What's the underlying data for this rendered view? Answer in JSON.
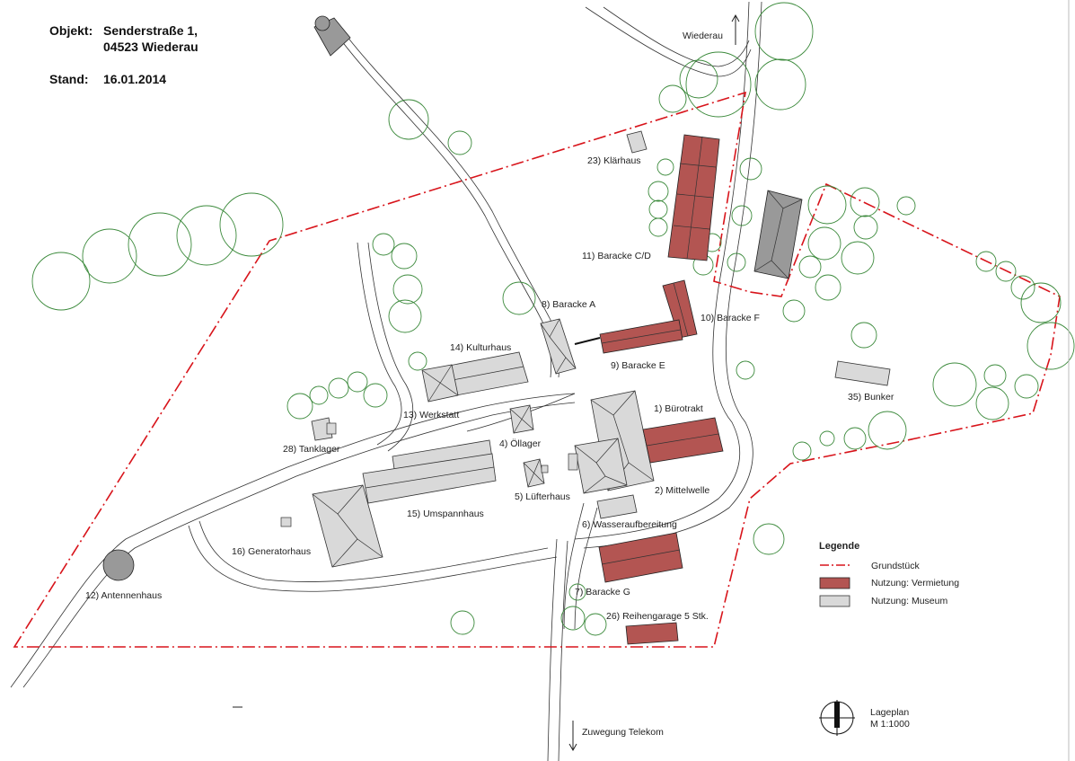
{
  "header": {
    "objekt_label": "Objekt:",
    "objekt_line1": "Senderstraße 1,",
    "objekt_line2": "04523 Wiederau",
    "stand_label": "Stand:",
    "stand_date": "16.01.2014"
  },
  "directions": {
    "north_road": "Wiederau",
    "south_road": "Zuwegung Telekom"
  },
  "buildings": {
    "b1": "1) Bürotrakt",
    "b2": "2) Mittelwelle",
    "b4": "4) Öllager",
    "b5": "5) Lüfterhaus",
    "b6": "6) Wasseraufbereitung",
    "b7": "7) Baracke G",
    "b8": "8) Baracke A",
    "b9": "9) Baracke E",
    "b10": "10) Baracke F",
    "b11": "11) Baracke C/D",
    "b12": "12) Antennenhaus",
    "b13": "13) Werkstatt",
    "b14": "14) Kulturhaus",
    "b15": "15) Umspannhaus",
    "b16": "16) Generatorhaus",
    "b23": "23) Klärhaus",
    "b26": "26) Reihengarage 5 Stk.",
    "b28": "28) Tanklager",
    "b35": "35) Bunker"
  },
  "legend": {
    "title": "Legende",
    "items": [
      {
        "label": "Grundstück",
        "color": "#d8141b",
        "kind": "line"
      },
      {
        "label": "Nutzung: Vermietung",
        "color": "#b35552",
        "kind": "fill"
      },
      {
        "label": "Nutzung: Museum",
        "color": "#d9d9d9",
        "kind": "fill"
      }
    ]
  },
  "plan": {
    "title": "Lageplan",
    "scale": "M 1:1000"
  },
  "colors": {
    "boundary": "#d8141b",
    "rental": "#b35552",
    "museum": "#d9d9d9",
    "trees": "#3c8a3c"
  },
  "icons": {
    "compass": "north-arrow-icon",
    "arrow_up": "arrow-up-icon",
    "arrow_down": "arrow-down-icon"
  }
}
